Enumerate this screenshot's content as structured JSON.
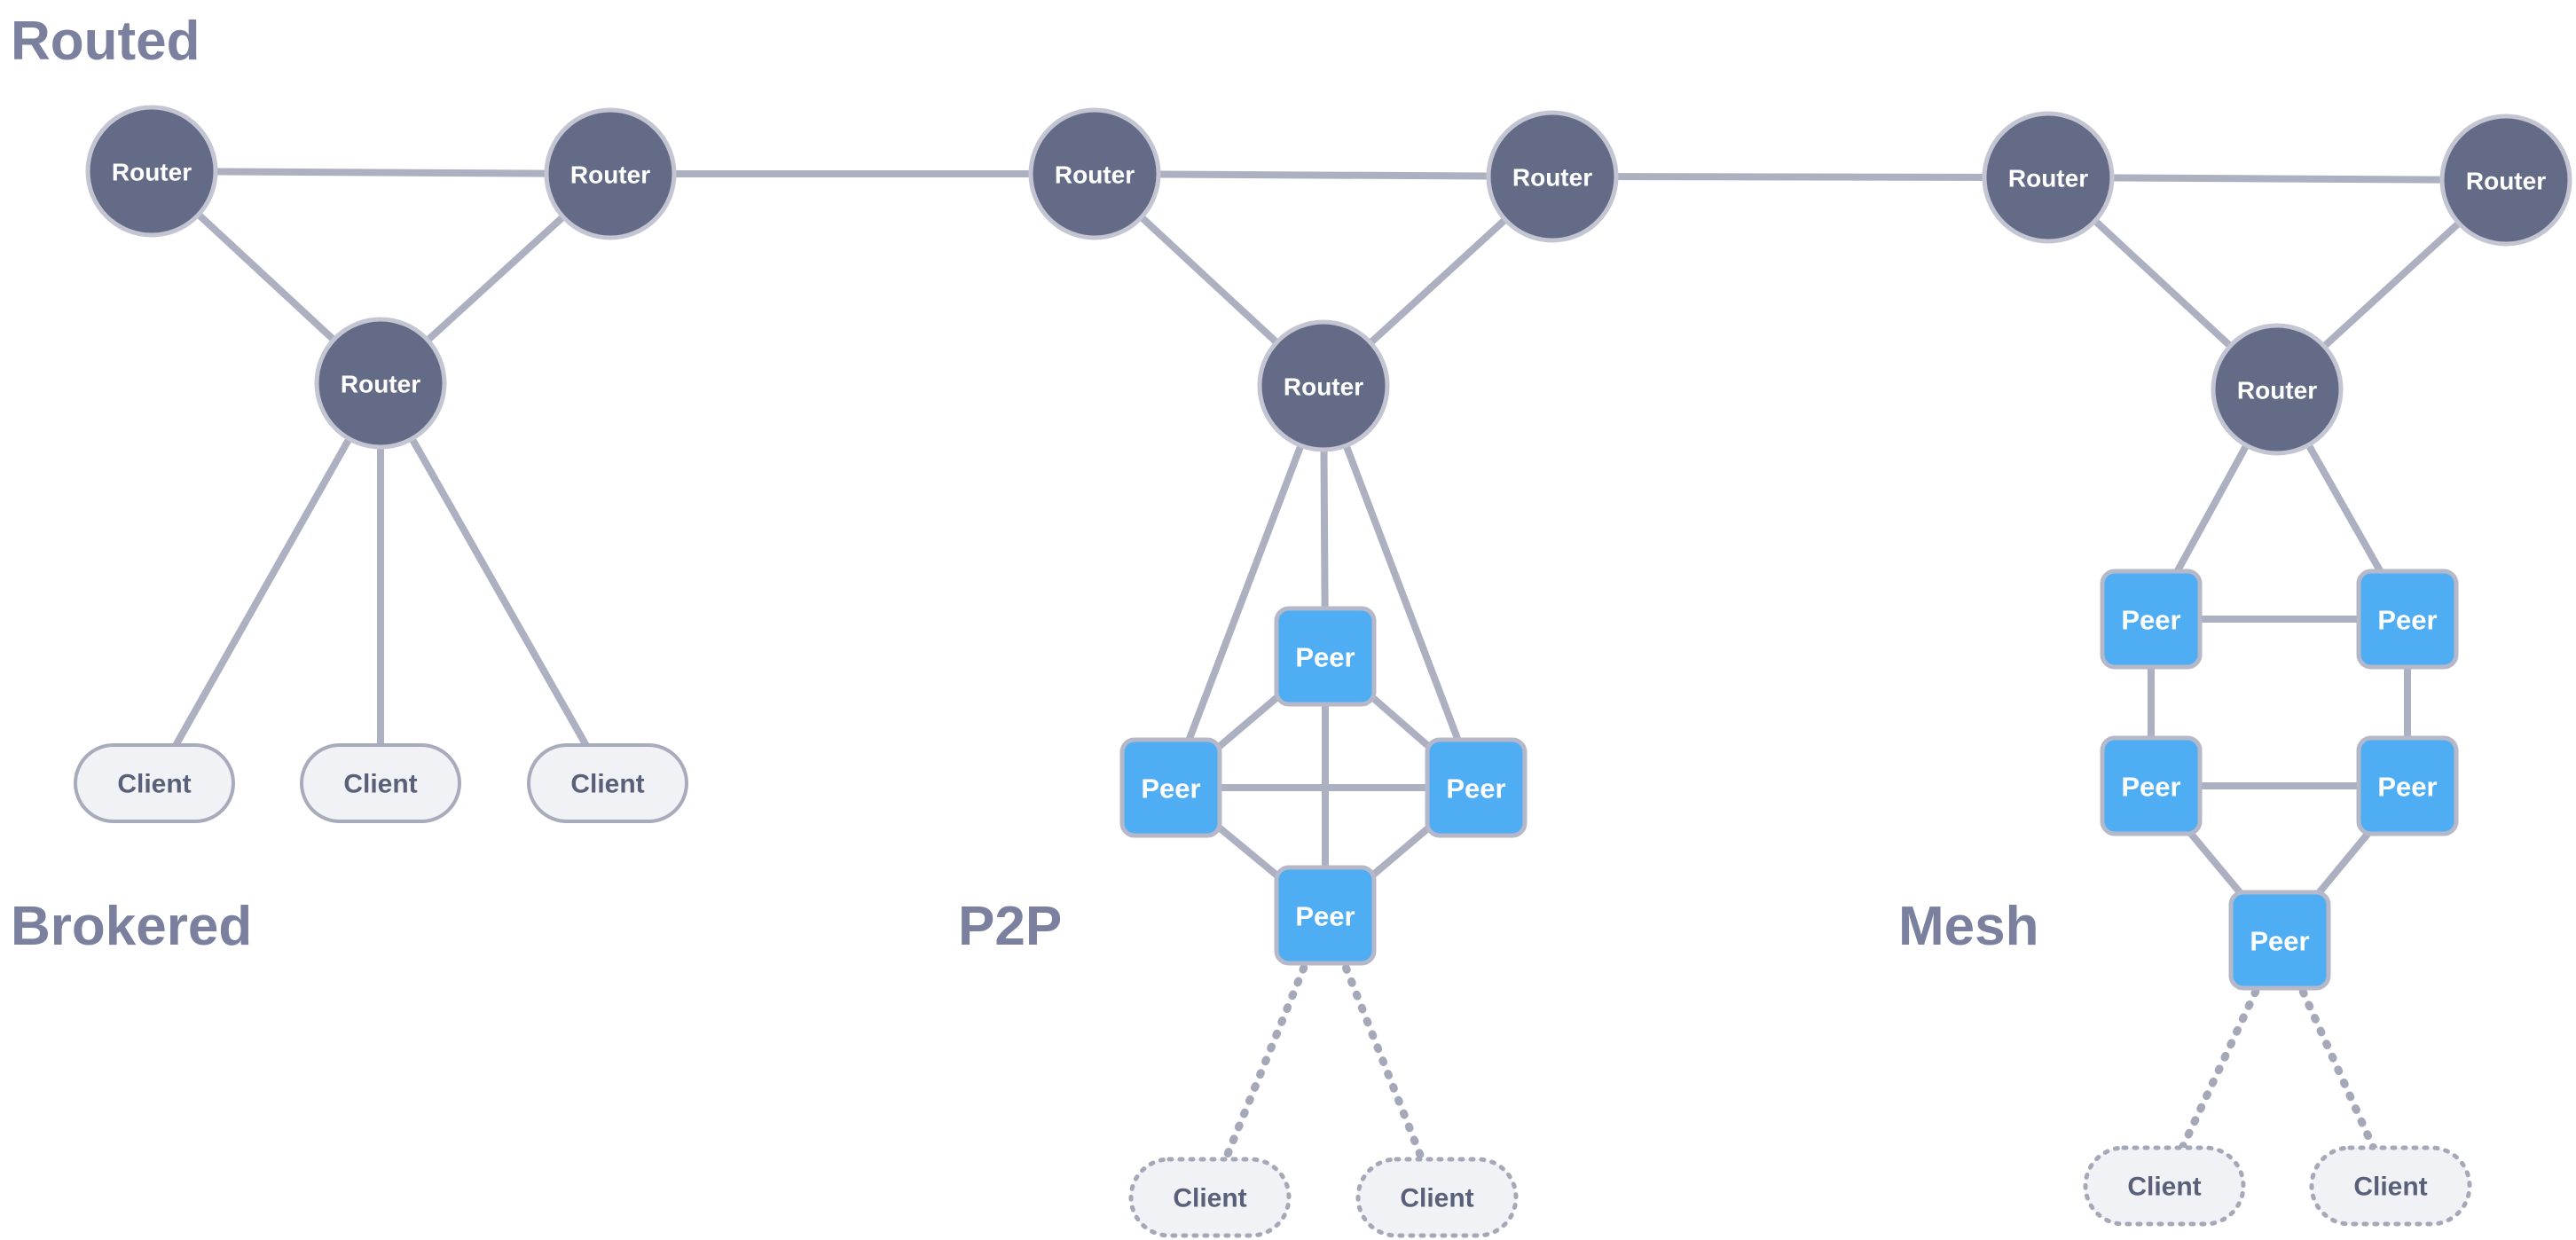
{
  "titles": {
    "routed": "Routed",
    "brokered": "Brokered",
    "p2p": "P2P",
    "mesh": "Mesh"
  },
  "colors": {
    "router": "#646b86",
    "peer": "#4fadf4",
    "client": "#f1f2f5",
    "edge": "#adb0c1",
    "title": "#7a809e"
  },
  "nodes": [
    {
      "id": "r1",
      "type": "router",
      "label": "Router"
    },
    {
      "id": "r2",
      "type": "router",
      "label": "Router"
    },
    {
      "id": "r3",
      "type": "router",
      "label": "Router"
    },
    {
      "id": "r4",
      "type": "router",
      "label": "Router"
    },
    {
      "id": "r5",
      "type": "router",
      "label": "Router"
    },
    {
      "id": "r6",
      "type": "router",
      "label": "Router"
    },
    {
      "id": "r7",
      "type": "router",
      "label": "Router"
    },
    {
      "id": "r8",
      "type": "router",
      "label": "Router"
    },
    {
      "id": "r9",
      "type": "router",
      "label": "Router"
    },
    {
      "id": "c1",
      "type": "client",
      "label": "Client"
    },
    {
      "id": "c2",
      "type": "client",
      "label": "Client"
    },
    {
      "id": "c3",
      "type": "client",
      "label": "Client"
    },
    {
      "id": "p1",
      "type": "peer",
      "label": "Peer"
    },
    {
      "id": "p2",
      "type": "peer",
      "label": "Peer"
    },
    {
      "id": "p3",
      "type": "peer",
      "label": "Peer"
    },
    {
      "id": "p4",
      "type": "peer",
      "label": "Peer"
    },
    {
      "id": "c4",
      "type": "client-dashed",
      "label": "Client"
    },
    {
      "id": "c5",
      "type": "client-dashed",
      "label": "Client"
    },
    {
      "id": "m1",
      "type": "peer",
      "label": "Peer"
    },
    {
      "id": "m2",
      "type": "peer",
      "label": "Peer"
    },
    {
      "id": "m3",
      "type": "peer",
      "label": "Peer"
    },
    {
      "id": "m4",
      "type": "peer",
      "label": "Peer"
    },
    {
      "id": "m5",
      "type": "peer",
      "label": "Peer"
    },
    {
      "id": "c6",
      "type": "client-dashed",
      "label": "Client"
    },
    {
      "id": "c7",
      "type": "client-dashed",
      "label": "Client"
    }
  ],
  "edges": [
    {
      "from": "r1",
      "to": "r2",
      "style": "solid"
    },
    {
      "from": "r2",
      "to": "r4",
      "style": "solid"
    },
    {
      "from": "r4",
      "to": "r5",
      "style": "solid"
    },
    {
      "from": "r5",
      "to": "r7",
      "style": "solid"
    },
    {
      "from": "r7",
      "to": "r8",
      "style": "solid"
    },
    {
      "from": "r1",
      "to": "r3",
      "style": "solid"
    },
    {
      "from": "r2",
      "to": "r3",
      "style": "solid"
    },
    {
      "from": "r4",
      "to": "r6",
      "style": "solid"
    },
    {
      "from": "r5",
      "to": "r6",
      "style": "solid"
    },
    {
      "from": "r7",
      "to": "r9",
      "style": "solid"
    },
    {
      "from": "r8",
      "to": "r9",
      "style": "solid"
    },
    {
      "from": "r3",
      "to": "c1",
      "style": "solid"
    },
    {
      "from": "r3",
      "to": "c2",
      "style": "solid"
    },
    {
      "from": "r3",
      "to": "c3",
      "style": "solid"
    },
    {
      "from": "r6",
      "to": "p1",
      "style": "solid"
    },
    {
      "from": "r6",
      "to": "p2",
      "style": "solid"
    },
    {
      "from": "r6",
      "to": "p3",
      "style": "solid"
    },
    {
      "from": "p1",
      "to": "p2",
      "style": "solid"
    },
    {
      "from": "p1",
      "to": "p3",
      "style": "solid"
    },
    {
      "from": "p1",
      "to": "p4",
      "style": "solid"
    },
    {
      "from": "p2",
      "to": "p3",
      "style": "solid"
    },
    {
      "from": "p2",
      "to": "p4",
      "style": "solid"
    },
    {
      "from": "p3",
      "to": "p4",
      "style": "solid"
    },
    {
      "from": "p4",
      "to": "c4",
      "style": "dotted"
    },
    {
      "from": "p4",
      "to": "c5",
      "style": "dotted"
    },
    {
      "from": "r9",
      "to": "m1",
      "style": "solid"
    },
    {
      "from": "r9",
      "to": "m2",
      "style": "solid"
    },
    {
      "from": "m1",
      "to": "m2",
      "style": "solid"
    },
    {
      "from": "m1",
      "to": "m3",
      "style": "solid"
    },
    {
      "from": "m2",
      "to": "m4",
      "style": "solid"
    },
    {
      "from": "m3",
      "to": "m4",
      "style": "solid"
    },
    {
      "from": "m3",
      "to": "m5",
      "style": "solid"
    },
    {
      "from": "m4",
      "to": "m5",
      "style": "solid"
    },
    {
      "from": "m5",
      "to": "c6",
      "style": "dotted"
    },
    {
      "from": "m5",
      "to": "c7",
      "style": "dotted"
    }
  ]
}
